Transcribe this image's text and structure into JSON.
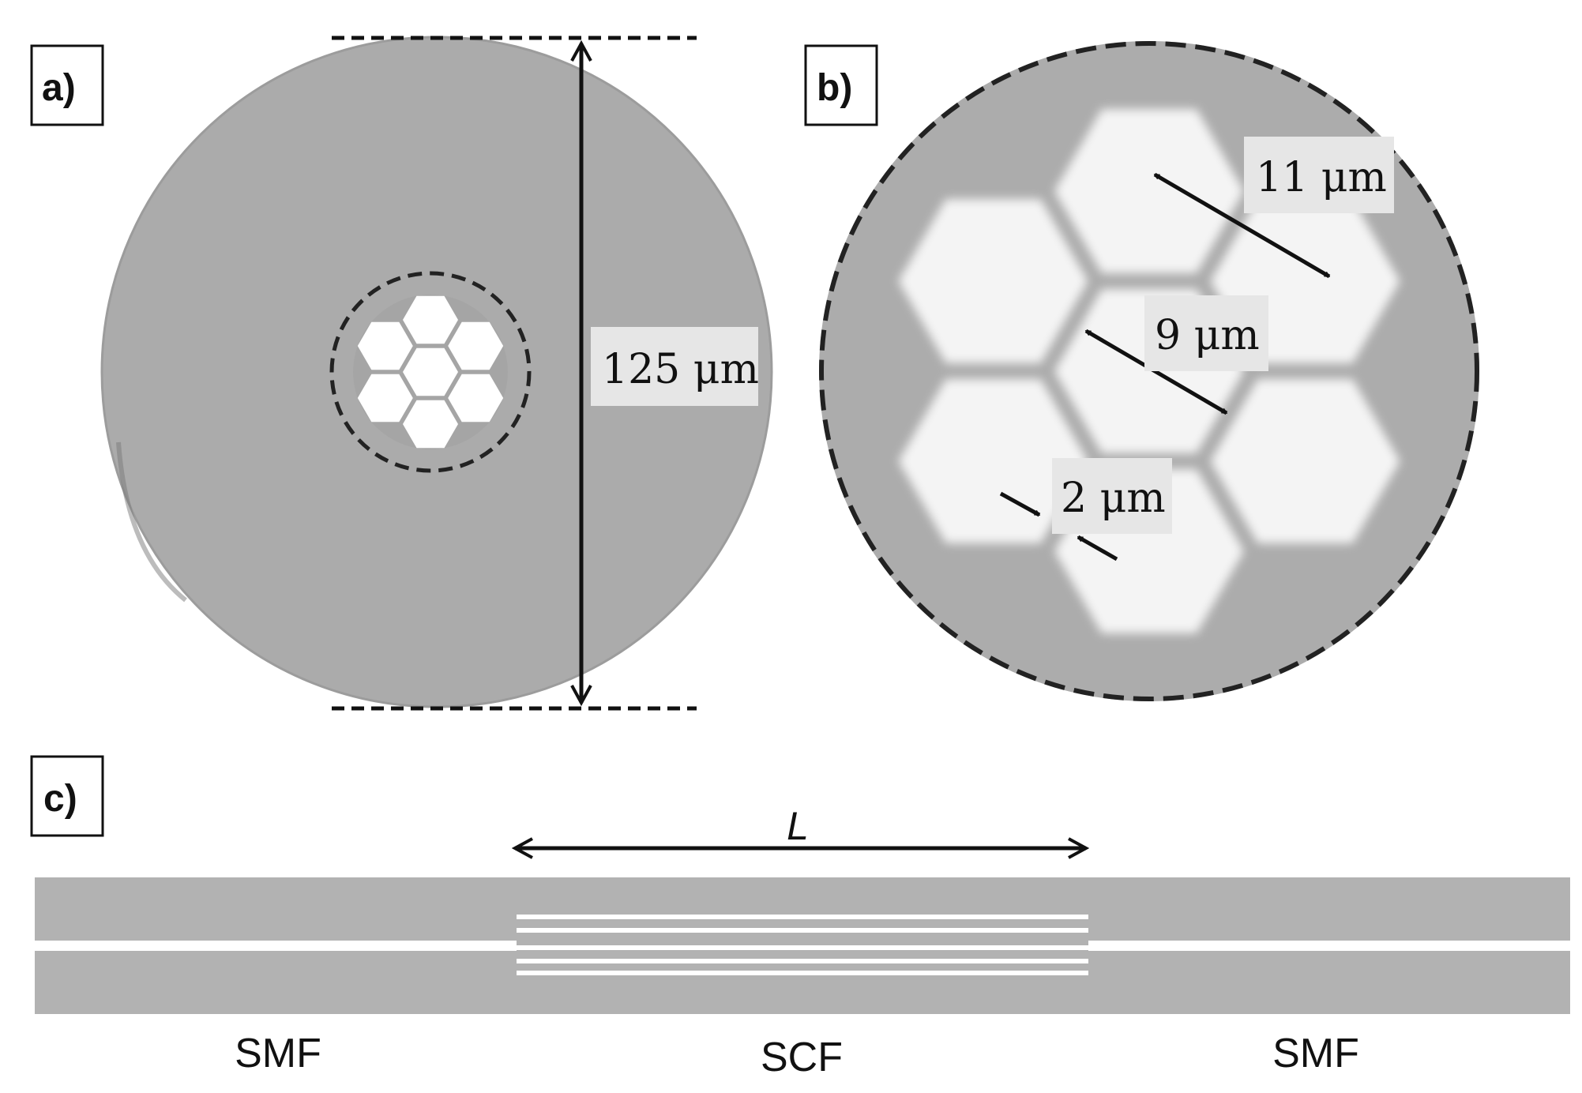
{
  "panels": {
    "a": {
      "label": "a)",
      "diameter_label": "125 μm"
    },
    "b": {
      "label": "b)",
      "hole_label": "11 μm",
      "core_label": "9 μm",
      "web_label": "2 μm"
    },
    "c": {
      "label": "c)",
      "length_label": "L",
      "left_fiber": "SMF",
      "middle_fiber": "SCF",
      "right_fiber": "SMF"
    }
  },
  "colors": {
    "fiber_gray": "#a9a9a9",
    "cladding_gray": "#ababab",
    "hole_white": "#f4f4f4",
    "label_bg": "#e6e6e6",
    "line": "#111111"
  }
}
